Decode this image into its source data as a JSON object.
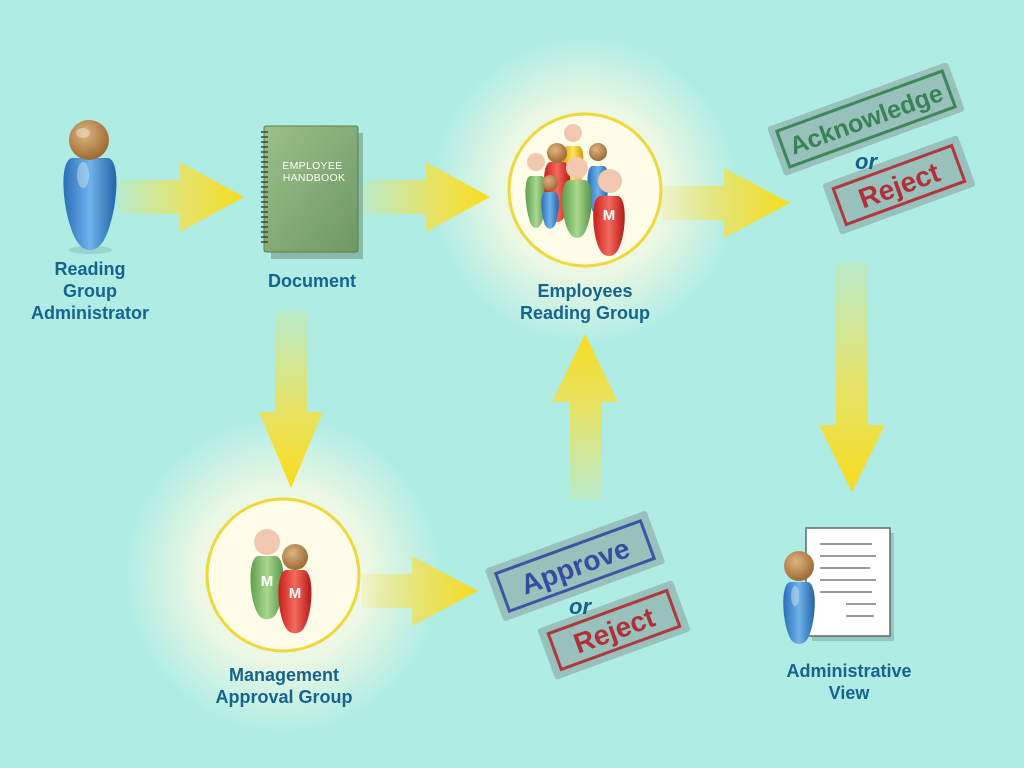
{
  "nodes": {
    "admin": {
      "label": "Reading\nGroup\nAdministrator"
    },
    "document": {
      "label": "Document",
      "book_title": "EMPLOYEE\nHANDBOOK"
    },
    "employees": {
      "label": "Employees\nReading Group",
      "member_badge": "M"
    },
    "management": {
      "label": "Management\nApproval Group",
      "member_badge_left": "M",
      "member_badge_right": "M"
    },
    "admin_view": {
      "label": "Administrative\nView"
    }
  },
  "stamps": {
    "acknowledge": "Acknowledge",
    "reject_top": "Reject",
    "or_top": "or",
    "approve": "Approve",
    "reject_bottom": "Reject",
    "or_bottom": "or"
  },
  "colors": {
    "background": "#aeece4",
    "label": "#16638f",
    "arrow": "#f5df2a",
    "stamp_green": "#2e7d4a",
    "stamp_red": "#b3202a",
    "stamp_blue": "#2e3f9e"
  }
}
